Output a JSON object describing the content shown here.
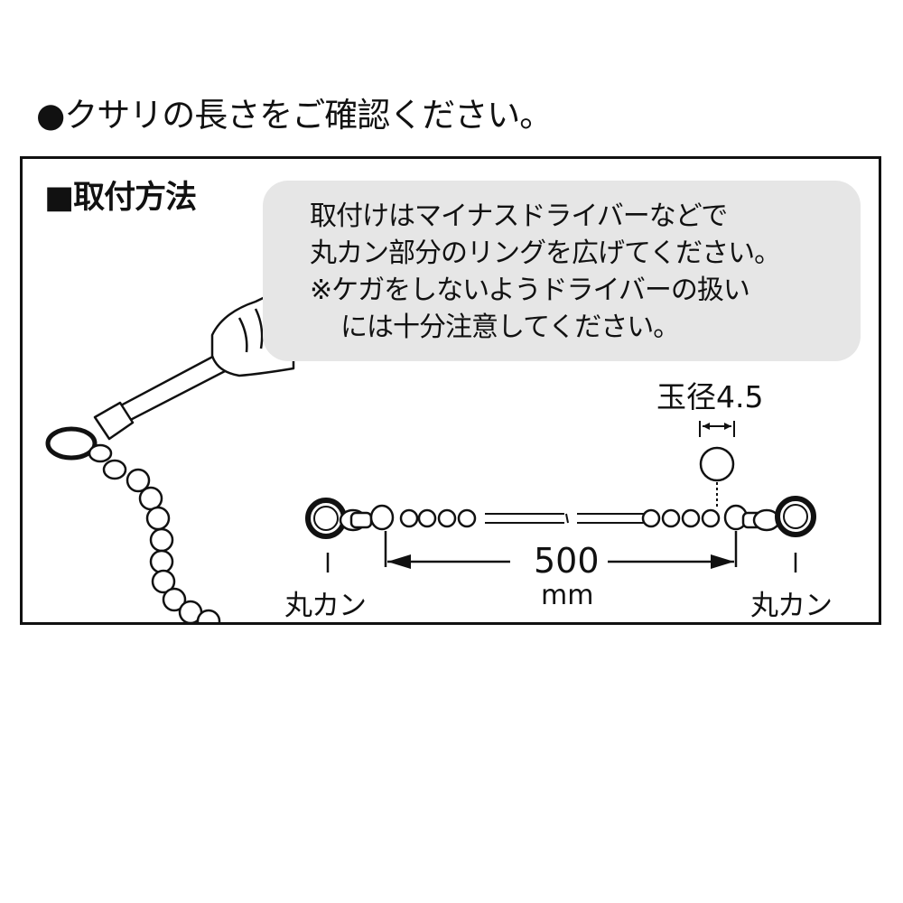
{
  "heading": "●クサリの長さをご確認ください。",
  "section": {
    "title": "■取付方法"
  },
  "note": {
    "lines": [
      "取付けはマイナスドライバーなどで",
      "丸カン部分のリングを広げてください。",
      "※ケガをしないようドライバーの扱い",
      "には十分注意してください。"
    ]
  },
  "diagram": {
    "ball_label": "玉径4.5",
    "length_value": "500",
    "length_unit": "mm",
    "ring_left_label": "丸カン",
    "ring_right_label": "丸カン"
  }
}
